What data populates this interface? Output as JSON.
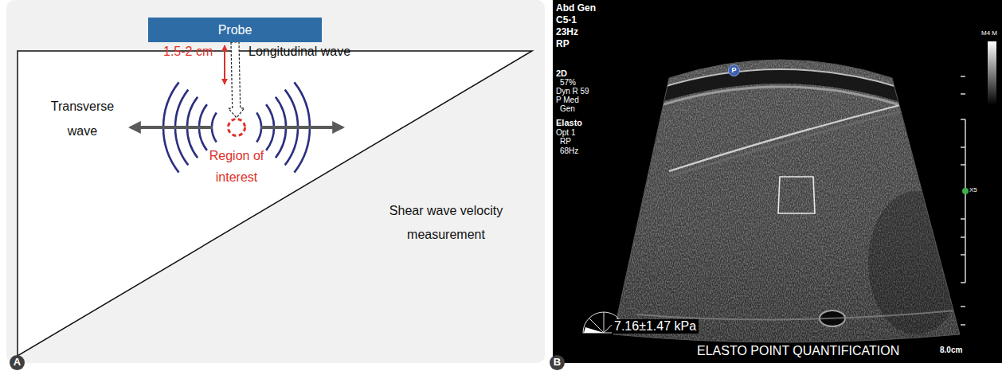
{
  "diagram": {
    "nodes": [
      {
        "text": [
          "Probe"
        ]
      },
      {
        "text": [
          "Region of interest"
        ]
      },
      {
        "text": [
          "P"
        ]
      },
      {
        "text": [
          "A"
        ]
      },
      {
        "text": [
          "B"
        ]
      }
    ],
    "edges": [
      {
        "from": 0,
        "to": 1,
        "arrow": "to"
      }
    ],
    "labels": [
      "1.5-2 cm",
      "Longitudinal wave",
      "Transverse wave",
      "Shear wave velocity measurement",
      "Abd Gen",
      "C5-1",
      "23Hz",
      "RP",
      "2D",
      "57%",
      "Dyn R 59",
      "P Med",
      "Gen",
      "Elasto",
      "Opt 1",
      "RP",
      "68Hz",
      "M4 M",
      "X5",
      "8.0cm",
      "7.16±1.47 kPa",
      "ELASTO POINT QUANTIFICATION"
    ]
  }
}
